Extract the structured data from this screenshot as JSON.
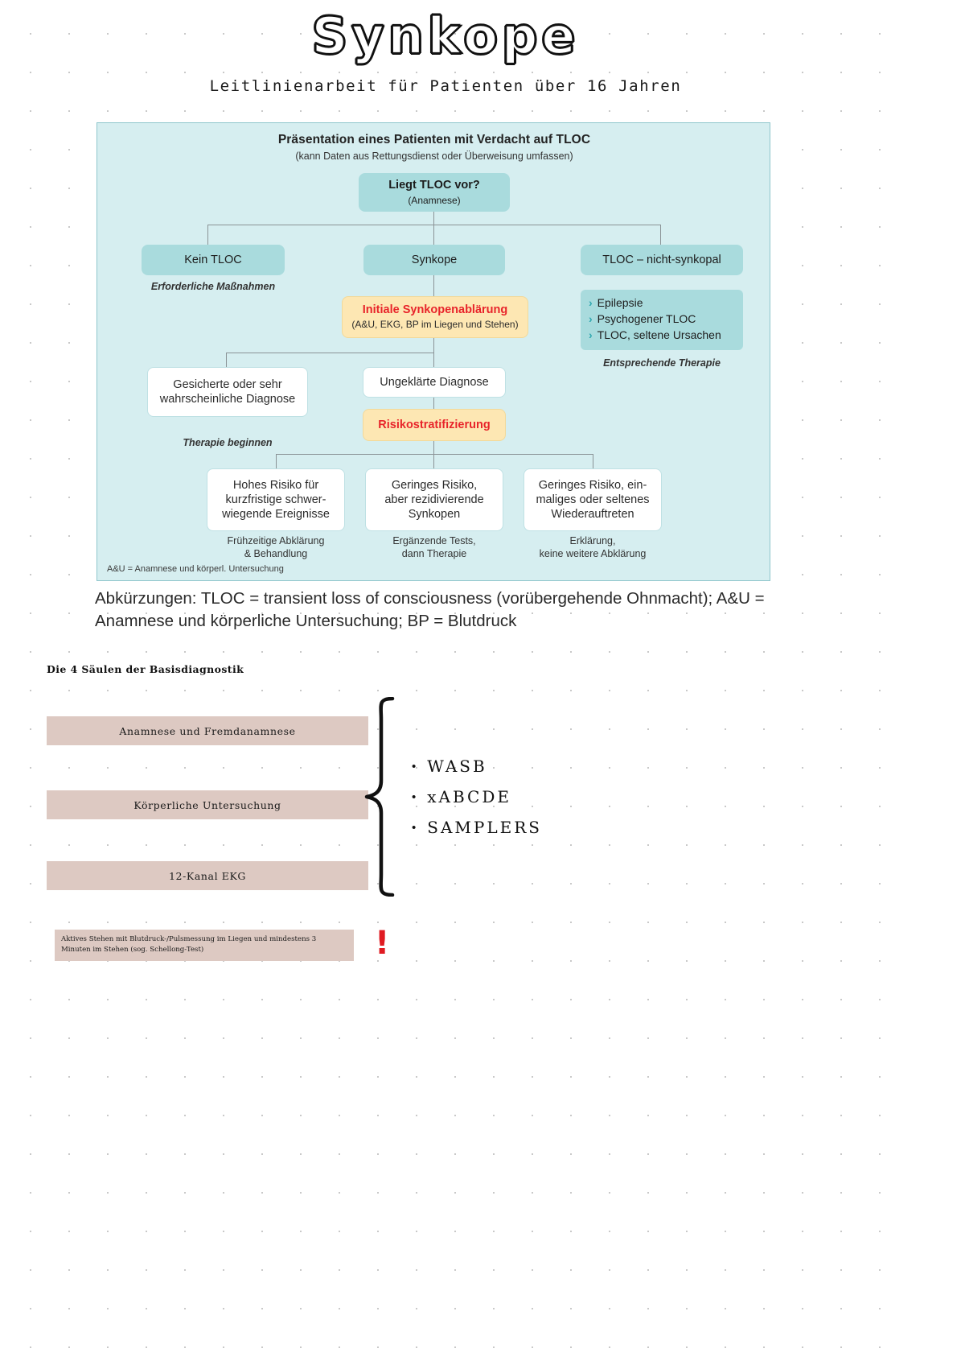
{
  "page": {
    "title": "Synkope",
    "subtitle": "Leitlinienarbeit für Patienten über 16 Jahren"
  },
  "flowchart": {
    "header_title": "Präsentation eines Patienten mit Verdacht auf TLOC",
    "header_sub": "(kann Daten aus Rettungsdienst oder Überweisung umfassen)",
    "root": {
      "line1": "Liegt TLOC vor?",
      "line2": "(Anamnese)"
    },
    "branch_left": {
      "label": "Kein TLOC",
      "caption": "Erforderliche Maßnahmen"
    },
    "branch_mid": {
      "label": "Synkope"
    },
    "branch_right": {
      "label": "TLOC – nicht-synkopal",
      "caption": "Entsprechende Therapie"
    },
    "nonsyncopal_list": [
      "Epilepsie",
      "Psychogener TLOC",
      "TLOC, seltene Ursachen"
    ],
    "initial_eval": {
      "title": "Initiale Synkopenablärung",
      "sub": "(A&U, EKG, BP im Liegen und Stehen)"
    },
    "diagnosis_certain": {
      "line1": "Gesicherte oder sehr",
      "line2": "wahrscheinliche Diagnose",
      "caption": "Therapie beginnen"
    },
    "diagnosis_unclear": {
      "label": "Ungeklärte Diagnose"
    },
    "risk_strat": {
      "label": "Risikostratifizierung"
    },
    "outcomes": [
      {
        "line1": "Hohes Risiko für",
        "line2": "kurzfristige schwer-",
        "line3": "wiegende Ereignisse",
        "caption1": "Frühzeitige Abklärung",
        "caption2": "& Behandlung"
      },
      {
        "line1": "Geringes Risiko,",
        "line2": "aber rezidivierende",
        "line3": "Synkopen",
        "caption1": "Ergänzende Tests,",
        "caption2": "dann Therapie"
      },
      {
        "line1": "Geringes Risiko, ein-",
        "line2": "maliges oder seltenes",
        "line3": "Wiederauftreten",
        "caption1": "Erklärung,",
        "caption2": "keine weitere Abklärung"
      }
    ],
    "footnote": "A&U = Anamnese und körperl. Untersuchung",
    "colors": {
      "panel_bg": "#d6eef0",
      "teal_node": "#a9dbdd",
      "cream_node": "#fde7b3",
      "red_text": "#e8242a"
    }
  },
  "abbreviations": {
    "text": "Abkürzungen: TLOC = transient loss of consciousness (vorübergehende Ohnmacht); A&U = Anamnese und körperliche Untersuchung; BP = Blutdruck"
  },
  "basics": {
    "section_title": "Die 4 Säulen der Basisdiagnostik",
    "pillars": [
      "Anamnese und Fremdanamnese",
      "Körperliche Untersuchung",
      "12-Kanal EKG"
    ],
    "bullets": [
      "WASB",
      "xABCDE",
      "SAMPLERS"
    ],
    "note": "Aktives Stehen mit Blutdruck-/Pulsmessung im Liegen und mindestens 3 Minuten im Stehen (sog. Schellong-Test)",
    "note_icon": "exclamation-mark",
    "note_color": "#e01b22",
    "bar_color": "#ddc9c2"
  }
}
